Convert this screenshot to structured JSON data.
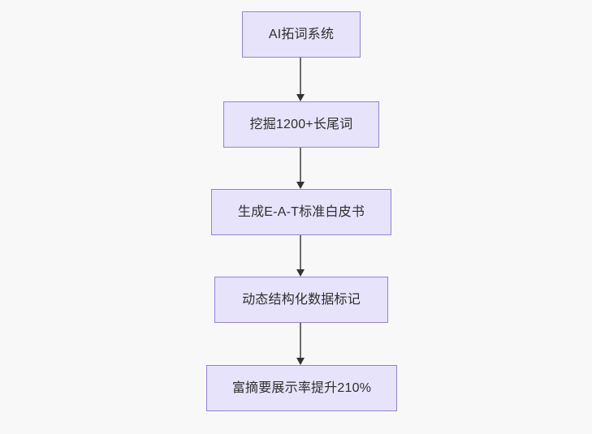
{
  "diagram": {
    "type": "flowchart",
    "orientation": "top-to-bottom",
    "background_color": "#f8f8f8",
    "node_fill_color": "#e7e3fa",
    "node_border_color": "#9780d8",
    "node_text_color": "#2e2e2e",
    "edge_color": "#6d6d6d",
    "arrowhead_color": "#333333",
    "nodes": [
      {
        "id": "n1",
        "label": "AI拓词系统"
      },
      {
        "id": "n2",
        "label": "挖掘1200+长尾词"
      },
      {
        "id": "n3",
        "label": "生成E-A-T标准白皮书"
      },
      {
        "id": "n4",
        "label": "动态结构化数据标记"
      },
      {
        "id": "n5",
        "label": "富摘要展示率提升210%"
      }
    ],
    "edges": [
      {
        "from": "n1",
        "to": "n2",
        "label": ""
      },
      {
        "from": "n2",
        "to": "n3",
        "label": ""
      },
      {
        "from": "n3",
        "to": "n4",
        "label": ""
      },
      {
        "from": "n4",
        "to": "n5",
        "label": ""
      }
    ]
  }
}
